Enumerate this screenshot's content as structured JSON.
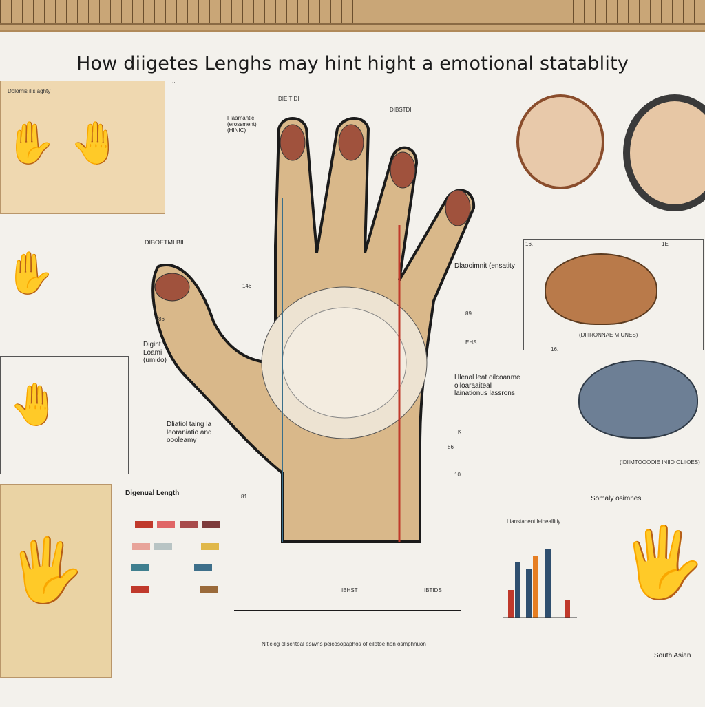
{
  "poster": {
    "title": "How diigetes Lenghs may  hint hight a emotional  statablity",
    "subtitle": "...",
    "swatch_colors": [
      "#c0392b",
      "#e06666",
      "#a84b4b",
      "#e8a49a",
      "#3f7f8f",
      "#e0b84a",
      "#3d6f8a",
      "#c0392b"
    ]
  },
  "hand_labels": {
    "left_a": "Flaamantic (erossment) (HINIC)",
    "left_b": "DIBOETMI BIl",
    "left_c": "Digint Loami (umido)",
    "left_d": "Dliatiol taing la leoraniatio and oooleamy",
    "right_a": "Dlaooimnit (ensatity",
    "right_b": "Hlenal leat oilcoanme oiloaraaiteal lainationus lassrons",
    "top_a": "DIEIT DI",
    "top_b": "DIBSTDI",
    "ticks": [
      "146",
      "86",
      "89",
      "EHS",
      "TK",
      "86",
      "10",
      "81"
    ],
    "bottom_a": "IBHST",
    "bottom_b": "IBTIDS"
  },
  "left_panels": {
    "top_caption": "Dolomis ills aghty",
    "mid_caption": "Digenual Length",
    "bottom_text": "Niticiog oliscritoal esiwns peicosopaphos of eilotoe hon osmphnuon"
  },
  "right_panels": {
    "brain_left": "16.",
    "brain_right": "1E",
    "brain_caption": "(DIIIRONNAE MIUNES)",
    "brain2_num": "16.",
    "brain2_caption": "(IDIIMTOOOOIE INIIO OLIIOES)",
    "chart_caption": "Lianstanent leineallitiy",
    "somatic_label": "Somaly osimnes",
    "bottom_label": "South Asian"
  }
}
